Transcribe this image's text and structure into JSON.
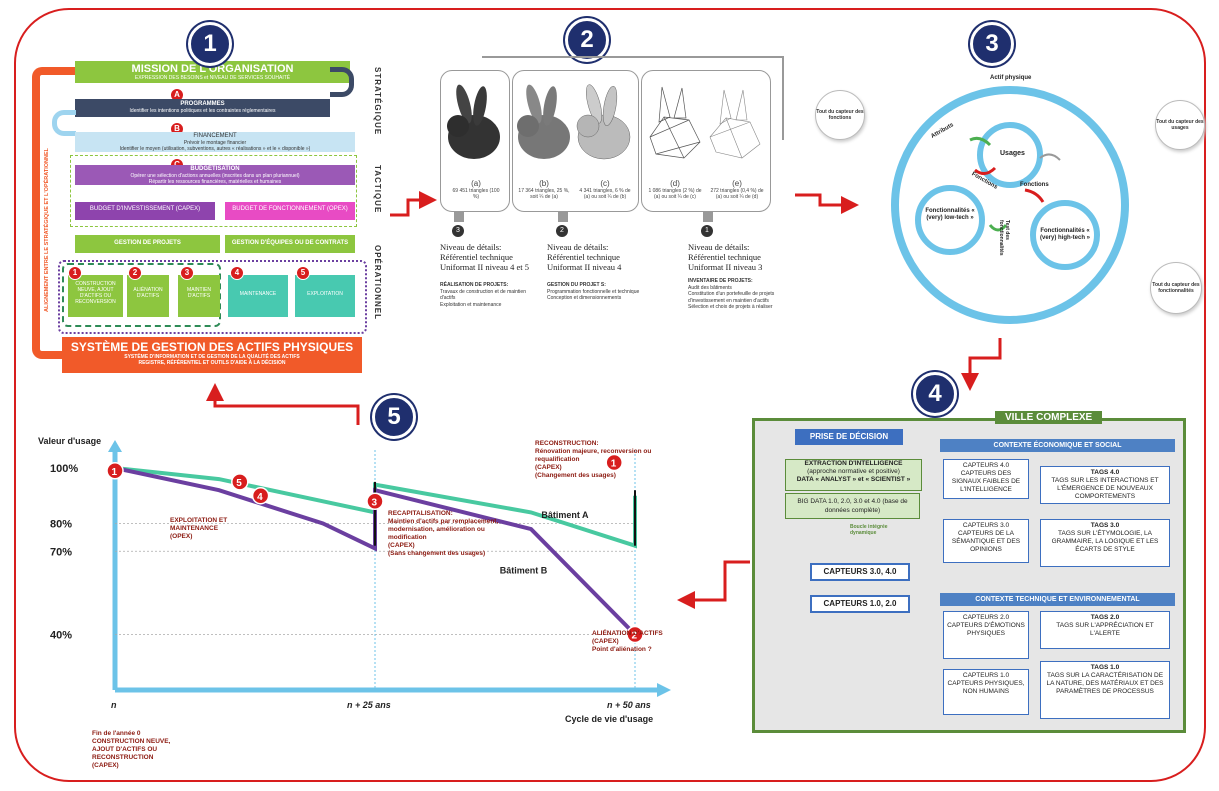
{
  "badges": [
    "1",
    "2",
    "3",
    "4",
    "5"
  ],
  "panel1": {
    "mission_title": "MISSION DE L'ORGANISATION",
    "mission_sub": "EXPRESSION DES BESOINS et NIVEAU DE SERVICES SOUHAITÉ",
    "programmes_title": "PROGRAMMES",
    "programmes_sub": "Identifier les intentions politiques et les contraintes réglementaires",
    "financement_title": "FINANCEMENT",
    "financement_sub1": "Prévoir le montage financier",
    "financement_sub2": "Identifier le moyen (utilisation, subventions, autres « réalisations » et le « disponible »)",
    "budgetisation_title": "BUDGÉTISATION",
    "budgetisation_sub1": "Opérer une sélection d'actions annuelles (inscrites dans un plan pluriannuel)",
    "budgetisation_sub2": "Répartir les ressources financières, matérielles et humaines",
    "capex": "BUDGET D'INVESTISSEMENT (CAPEX)",
    "opex": "BUDGET DE FONCTIONNEMENT (OPEX)",
    "gestion_projets": "GESTION DE PROJETS",
    "gestion_equipes": "GESTION D'ÉQUIPES OU DE CONTRATS",
    "box1": "CONSTRUCTION NEUVE, AJOUT D'ACTIFS OU RECONVERSION",
    "box2": "ALIÉNATION D'ACTIFS",
    "box3": "MAINTIEN D'ACTIFS",
    "box4": "MAINTENANCE",
    "box5": "EXPLOITATION",
    "system_title": "SYSTÈME DE GESTION DES ACTIFS PHYSIQUES",
    "system_sub1": "SYSTÈME D'INFORMATION ET DE GESTION DE LA QUALITÉ DES ACTIFS",
    "system_sub2": "REGISTRE, RÉFÉRENTIEL ET OUTILS D'AIDE À LA DÉCISION",
    "label_strategique": "STRATÉGIQUE",
    "label_tactique": "TACTIQUE",
    "label_operationnel": "OPÉRATIONNEL",
    "label_alignement": "ALIGNEMENT ENTRE LE STRATÉGIQUE ET L'OPÉRATIONNEL",
    "letters": [
      "A",
      "B",
      "C"
    ],
    "box_numbers": [
      "1",
      "2",
      "3",
      "4",
      "5"
    ]
  },
  "panel2": {
    "captions": [
      {
        "letter": "(a)",
        "text": "69 451 triangles (100 %)"
      },
      {
        "letter": "(b)",
        "text": "17 364 triangles, 25 %, soit ¼ de (a)"
      },
      {
        "letter": "(c)",
        "text": "4 341 triangles, 6 % de (a) ou soit ¼ de (b)"
      },
      {
        "letter": "(d)",
        "text": "1 086 triangles (2 %) de (a) ou soit ¼ de (c)"
      },
      {
        "letter": "(e)",
        "text": "272 triangles (0,4 %) de (a) ou soit ¼ de (d)"
      }
    ],
    "levels": [
      {
        "num": "3",
        "title": "Niveau de détails:",
        "l2": "Référentiel technique",
        "l3": "Uniformat II niveau 4 et 5",
        "sub_title": "RÉALISATION DE PROJETS:",
        "items": [
          "Travaux de construction et de maintien d'actifs",
          "Exploitation et maintenance"
        ]
      },
      {
        "num": "2",
        "title": "Niveau de détails:",
        "l2": "Référentiel technique",
        "l3": "Uniformat II niveau 4",
        "sub_title": "GESTION DU PROJET S:",
        "items": [
          "Programmation fonctionnelle et technique",
          "Conception et dimensionnements"
        ]
      },
      {
        "num": "1",
        "title": "Niveau de détails:",
        "l2": "Référentiel technique",
        "l3": "Uniformat II niveau 3",
        "sub_title": "INVENTAIRE DE PROJETS:",
        "items": [
          "Audit des bâtiments",
          "Constitution d'un portefeuille de projets d'investissement en maintien d'actifs",
          "Sélection et choix de projets à réaliser"
        ]
      }
    ]
  },
  "panel3": {
    "actif": "Actif physique",
    "usages": "Usages",
    "fonctions1": "Fonctions",
    "fonctions2": "Fonctions",
    "attributs": "Attributs",
    "low": "Fonctionnalités « (very) low-tech »",
    "high": "Fonctionnalités « (very) high-tech »",
    "fonctions_vert": "Test des fonctionnalités",
    "grey1": "Tout du capteur des fonctions",
    "grey2": "Tout du capteur des usages",
    "grey3": "Tout du capteur des fonctionnalités"
  },
  "panel4": {
    "title": "VILLE COMPLEXE",
    "prise": "PRISE DE DÉCISION",
    "extraction1": "EXTRACTION D'INTELLIGENCE",
    "extraction2": "(approche normative et positive)",
    "extraction3": "DATA « ANALYST » et « SCIENTIST »",
    "bigdata": "BIG DATA 1.0, 2.0, 3.0 et 4.0 (base de données complète)",
    "boucle": "Boucle intégrée dynamique",
    "cap34": "CAPTEURS 3.0, 4.0",
    "cap12": "CAPTEURS 1.0, 2.0",
    "ctx_eco": "CONTEXTE ÉCONOMIQUE ET SOCIAL",
    "ctx_tech": "CONTEXTE TECHNIQUE ET ENVIRONNEMENTAL",
    "c40": "CAPTEURS 4.0 CAPTEURS DES SIGNAUX FAIBLES DE L'INTELLIGENCE",
    "t40_title": "TAGS 4.0",
    "t40": "TAGS SUR LES INTERACTIONS ET L'ÉMERGENCE DE NOUVEAUX COMPORTEMENTS",
    "c30": "CAPTEURS 3.0 CAPTEURS DE LA SÉMANTIQUE ET DES OPINIONS",
    "t30_title": "TAGS 3.0",
    "t30": "TAGS SUR L'ÉTYMOLOGIE, LA GRAMMAIRE, LA LOGIQUE ET LES ÉCARTS DE STYLE",
    "c20": "CAPTEURS 2.0 CAPTEURS D'ÉMOTIONS PHYSIQUES",
    "t20_title": "TAGS 2.0",
    "t20": "TAGS SUR L'APPRÉCIATION ET L'ALERTE",
    "c10": "CAPTEURS 1.0 CAPTEURS PHYSIQUES, NON HUMAINS",
    "t10_title": "TAGS 1.0",
    "t10": "TAGS SUR LA CARACTÉRISATION DE LA NATURE, DES MATÉRIAUX ET DES PARAMÈTRES DE PROCESSUS"
  },
  "panel5": {
    "chart_data": {
      "type": "line",
      "ylabel": "Valeur d'usage",
      "xlabel": "Cycle de vie d'usage",
      "y_ticks": [
        "100%",
        "80%",
        "70%",
        "40%"
      ],
      "x_ticks": [
        "n",
        "n + 25 ans",
        "n + 50 ans"
      ],
      "x": [
        0,
        25,
        50
      ],
      "series": [
        {
          "name": "Bâtiment A",
          "points": [
            [
              0,
              100
            ],
            [
              10,
              96
            ],
            [
              20,
              88
            ],
            [
              25,
              84
            ],
            [
              25,
              94
            ],
            [
              40,
              84
            ],
            [
              50,
              72
            ],
            [
              50,
              90
            ]
          ]
        },
        {
          "name": "Bâtiment B",
          "points": [
            [
              0,
              100
            ],
            [
              10,
              92
            ],
            [
              20,
              80
            ],
            [
              25,
              71
            ],
            [
              25,
              92
            ],
            [
              40,
              78
            ],
            [
              50,
              40
            ]
          ]
        }
      ]
    },
    "ann1_title": "RECONSTRUCTION:",
    "ann1": "Rénovation majeure, reconversion ou requalification",
    "ann1_b": "(CAPEX)",
    "ann1_c": "(Changement des usages)",
    "ann3_title": "RECAPITALISATION:",
    "ann3": "Maintien d'actifs par remplacement, modernisation, amélioration ou modification",
    "ann3_b": "(CAPEX)",
    "ann3_c": "(Sans changement des usages)",
    "ann45": "EXPLOITATION ET MAINTENANCE",
    "ann45_b": "(OPEX)",
    "ann2_title": "ALIÉNATION D'ACTIFS",
    "ann2_b": "(CAPEX)",
    "ann2_c": "Point d'aliénation ?",
    "bottom1": "Fin de l'année 0",
    "bottom2": "CONSTRUCTION NEUVE, AJOUT D'ACTIFS OU RECONSTRUCTION",
    "bottom3": "(CAPEX)",
    "nums": [
      "1",
      "2",
      "3",
      "4",
      "5"
    ],
    "batA": "Bâtiment A",
    "batB": "Bâtiment B"
  }
}
